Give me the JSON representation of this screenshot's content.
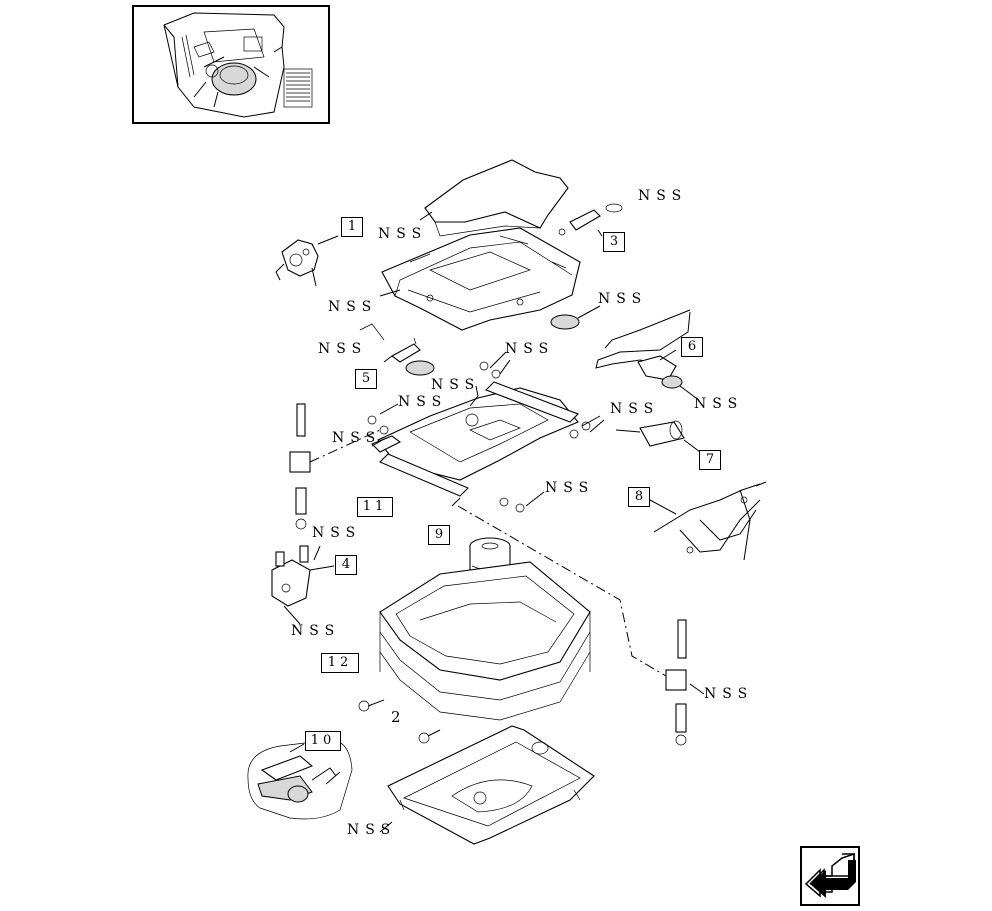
{
  "callouts": {
    "c1": "1",
    "c2": "2",
    "c3": "3",
    "c4": "4",
    "c5": "5",
    "c6": "6",
    "c7": "7",
    "c8": "8",
    "c9": "9",
    "c10": "10",
    "c11": "11",
    "c12": "12"
  },
  "nss_label": "NSS",
  "icons": {
    "thumbnail": "machine-cab-thumbnail-icon",
    "nav": "next-page-arrow-icon"
  }
}
